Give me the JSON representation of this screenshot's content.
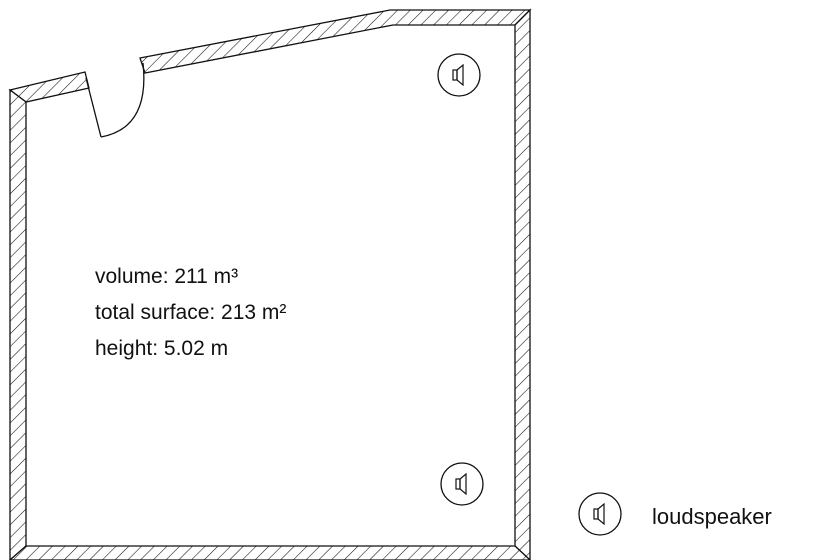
{
  "room": {
    "volume_text": "volume: 211 m³",
    "surface_text": "total surface: 213 m²",
    "height_text": "height: 5.02 m"
  },
  "legend": {
    "speaker_label": "loudspeaker",
    "icon": "loudspeaker-icon"
  },
  "colors": {
    "line": "#111111",
    "background": "#ffffff"
  }
}
